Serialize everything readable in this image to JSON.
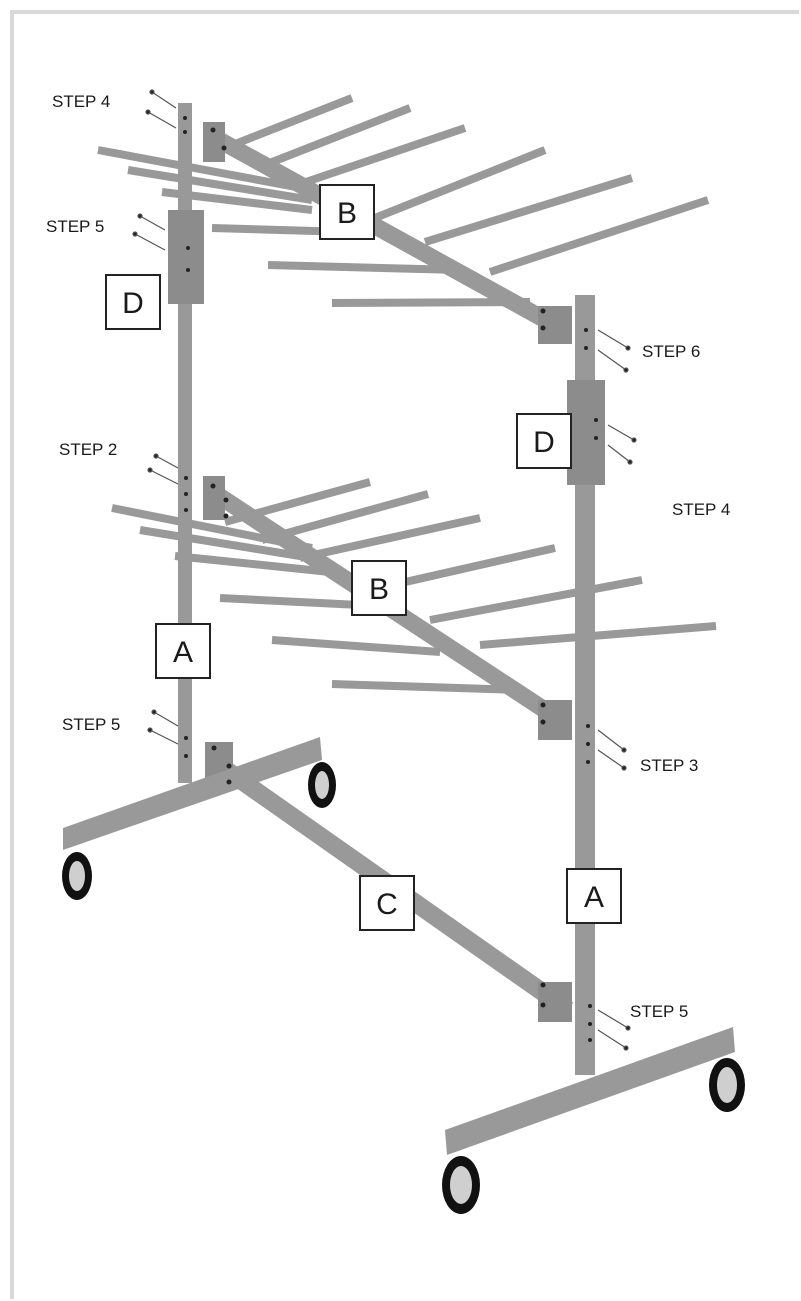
{
  "colors": {
    "metal": "#999999",
    "metal_dark": "#8c8c8c",
    "bolt": "#222222",
    "wheel": "#111111",
    "wheel_hub": "#cfcfcf"
  },
  "labels": {
    "a_left": "A",
    "a_right": "A",
    "b_top": "B",
    "b_mid": "B",
    "c": "C",
    "d_left": "D",
    "d_right": "D"
  },
  "steps": {
    "top_left": "STEP 4",
    "upper_left": "STEP 5",
    "mid_left": "STEP 2",
    "low_left": "STEP 5",
    "top_right": "STEP 6",
    "right_mid": "STEP 4",
    "low_right": "STEP 3",
    "bottom_right": "STEP 5"
  }
}
